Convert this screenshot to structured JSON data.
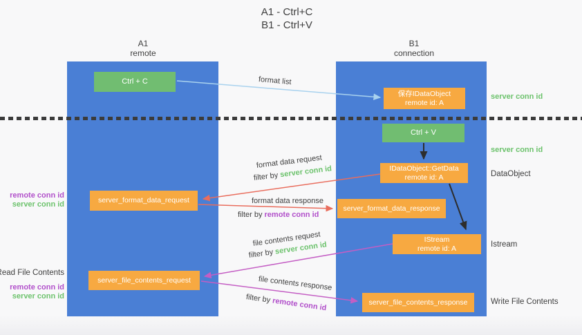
{
  "title": {
    "line1": "A1 - Ctrl+C",
    "line2": "B1 - Ctrl+V"
  },
  "lifelines": {
    "left": {
      "name": "A1",
      "role": "remote"
    },
    "right": {
      "name": "B1",
      "role": "connection"
    }
  },
  "nodes": {
    "ctrl_c": {
      "label": "Ctrl + C"
    },
    "save_idataobject": {
      "line1": "保存IDataObject",
      "line2": "remote id: A"
    },
    "ctrl_v": {
      "label": "Ctrl + V"
    },
    "getdata": {
      "line1": "IDataObject::GetData",
      "line2": "remote id: A"
    },
    "format_request": {
      "label": "server_format_data_request"
    },
    "format_response": {
      "label": "server_format_data_response"
    },
    "istream": {
      "line1": "IStream",
      "line2": "remote id: A"
    },
    "file_request": {
      "label": "server_file_contents_request"
    },
    "file_response": {
      "label": "server_file_contents_response"
    }
  },
  "edge_labels": {
    "format_list": "format list",
    "format_data_request": "format data request",
    "format_data_response": "format data response",
    "file_contents_request": "file contents request",
    "file_contents_response": "file contents response",
    "filter_by": "filter by ",
    "server_conn_id": "server conn id",
    "remote_conn_id": "remote conn id"
  },
  "side_labels": {
    "left_format_remote": "remote conn id",
    "left_format_server": "server conn id",
    "read_file_contents": "Read File Contents",
    "left_file_remote": "remote conn id",
    "left_file_server": "server conn id",
    "right_server_top": "server conn id",
    "right_server_mid": "server conn id",
    "dataobject": "DataObject",
    "istream": "Istream",
    "write_file_contents": "Write File Contents"
  },
  "colors": {
    "lifeline_blue": "#4a7fd5",
    "node_green": "#71bd71",
    "node_orange": "#f7a941",
    "arrow_blue": "#a9d2ee",
    "arrow_red": "#e96d5d",
    "arrow_purple": "#c45ec4",
    "arrow_black": "#2d2d2d",
    "text_green": "#6cc26c",
    "text_purple": "#b14fca",
    "text_dark": "#3e3e3e",
    "background": "#f7f7f8"
  }
}
